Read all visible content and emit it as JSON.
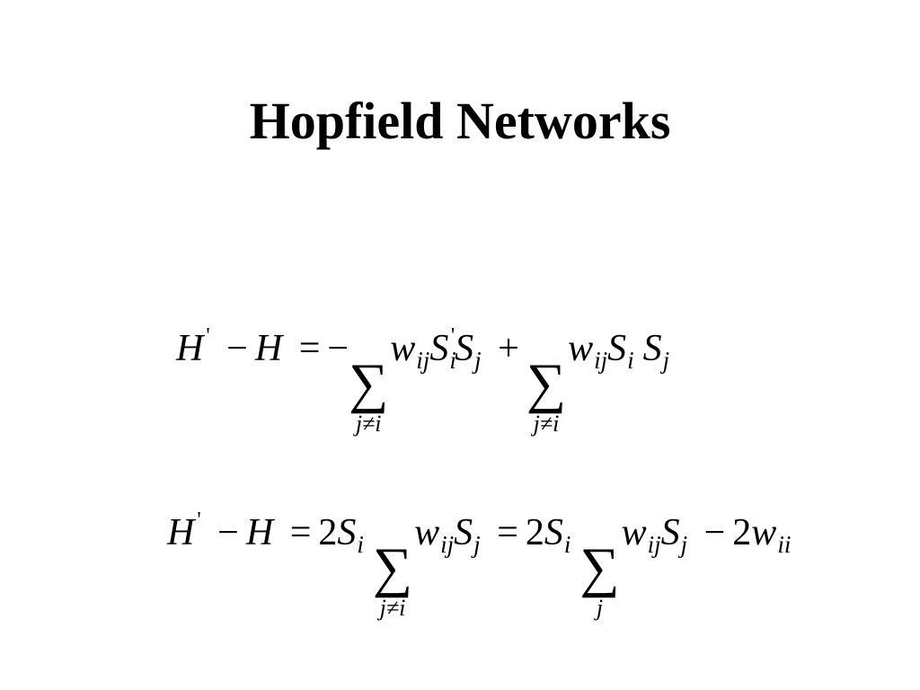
{
  "slide": {
    "title": "Hopfield Networks"
  },
  "equations": {
    "eq1": {
      "H": "H",
      "prime": "'",
      "minus": "−",
      "H2": "H",
      "equals": "=",
      "neg": "−",
      "sum1": {
        "symbol": "∑",
        "index": "j≠i"
      },
      "w": "w",
      "w_sub": "ij",
      "S1": "S",
      "S1_sub": "i",
      "S1_sup": "'",
      "S2": "S",
      "S2_sub": "j",
      "plus": "+",
      "sum2": {
        "symbol": "∑",
        "index": "j≠i"
      },
      "w2": "w",
      "w2_sub": "ij",
      "S3": "S",
      "S3_sub": "i",
      "S4": "S",
      "S4_sub": "j"
    },
    "eq2": {
      "H": "H",
      "prime": "'",
      "minus": "−",
      "H2": "H",
      "equals": "=",
      "coef": "2",
      "S1": "S",
      "S1_sub": "i",
      "sum1": {
        "symbol": "∑",
        "index": "j≠i"
      },
      "w": "w",
      "w_sub": "ij",
      "S2": "S",
      "S2_sub": "j",
      "equals2": "=",
      "coef2": "2",
      "S3": "S",
      "S3_sub": "i",
      "sum2": {
        "symbol": "∑",
        "index": "j"
      },
      "w2": "w",
      "w2_sub": "ij",
      "S4": "S",
      "S4_sub": "j",
      "minus2": "−",
      "coef3": "2",
      "w3": "w",
      "w3_sub": "ii"
    }
  }
}
